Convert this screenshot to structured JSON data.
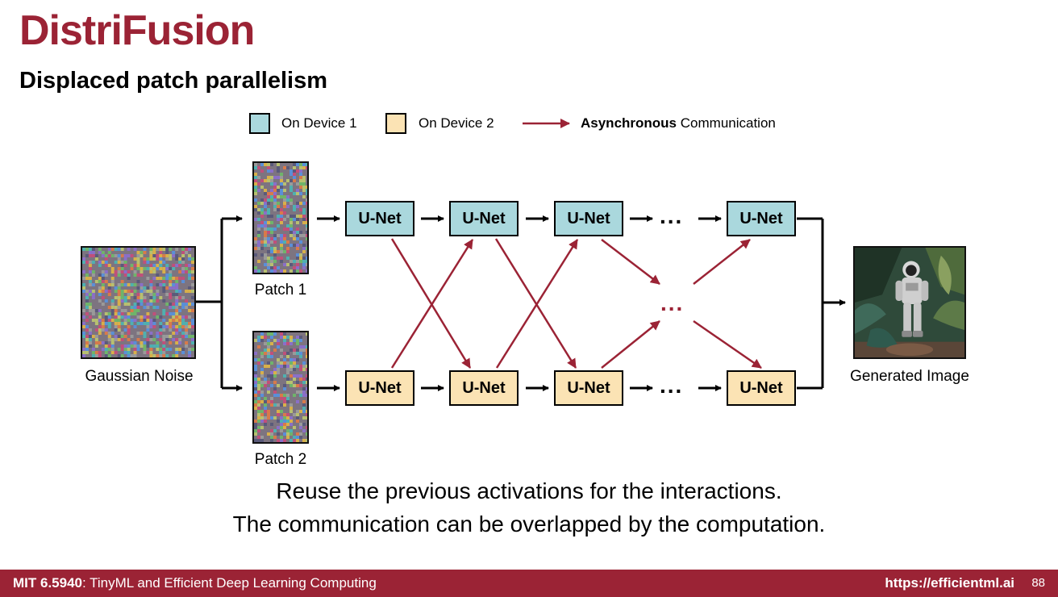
{
  "header": {
    "title": "DistriFusion",
    "subtitle": "Displaced patch parallelism"
  },
  "legend": {
    "device1": "On Device 1",
    "device2": "On Device 2",
    "async_bold": "Asynchronous",
    "async_rest": "Communication"
  },
  "diagram": {
    "noise_label": "Gaussian Noise",
    "patch1_label": "Patch 1",
    "patch2_label": "Patch 2",
    "unet_label": "U-Net",
    "ellipsis": "...",
    "generated_label": "Generated Image"
  },
  "captions": {
    "line1": "Reuse the previous activations for the interactions.",
    "line2": "The communication can be overlapped by the computation."
  },
  "footer": {
    "course_bold": "MIT 6.5940",
    "course_rest": ": TinyML and Efficient Deep Learning Computing",
    "url": "https://efficientml.ai",
    "page": "88"
  },
  "colors": {
    "brand": "#9b2335",
    "device1": "#aad8dd",
    "device2": "#fbe3b4",
    "async_arrow": "#9b2335"
  }
}
